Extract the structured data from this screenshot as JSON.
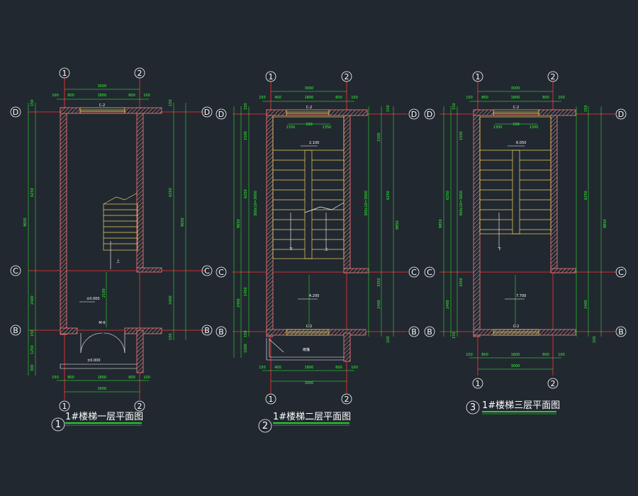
{
  "colors": {
    "background": "#212830",
    "dimension": "#33ff33",
    "wall": "#ff7777",
    "stair": "#f0d060",
    "axis_line": "#ff3333",
    "annotation": "#ffffff",
    "hatch": "#d09090"
  },
  "axes": {
    "col1": "1",
    "col2": "2",
    "rowD": "D",
    "rowC": "C",
    "rowB": "B"
  },
  "plans": [
    {
      "title": "1#楼梯一层平面图",
      "number": "1",
      "dims": {
        "top_total": "3000",
        "top_a": "100",
        "top_b": "800",
        "top_c": "1800",
        "top_d": "800",
        "top_e": "100",
        "left_a": "150",
        "left_b": "6250",
        "left_c": "9650",
        "left_d": "2400",
        "left_e": "150",
        "left_f": "1250",
        "left_g": "300",
        "right_a": "150",
        "right_b": "6250",
        "right_c": "9650",
        "right_d": "2400",
        "right_e": "100",
        "bot_a": "150",
        "bot_b": "800",
        "bot_c": "1800",
        "bot_d": "800",
        "bot_e": "100",
        "bot_total": "3000",
        "mid_v": "2100"
      },
      "labels": {
        "window": "C-2",
        "door": "M-6",
        "up": "上",
        "level1": "±0.000",
        "level2": "±0.000"
      }
    },
    {
      "title": "1#楼梯二层平面图",
      "number": "2",
      "dims": {
        "top_total": "3000",
        "top_a": "150",
        "top_b": "400",
        "top_c": "1800",
        "top_d": "600",
        "top_e": "100",
        "stair_a": "1350",
        "stair_b": "100",
        "stair_c": "1350",
        "left_a": "150",
        "left_b": "1500",
        "left_c": "300x10=3000",
        "left_d": "6250",
        "left_e": "9650",
        "left_f": "1450",
        "left_g": "2400",
        "left_h": "1000",
        "left_i": "150",
        "right_a": "150",
        "right_b": "1500",
        "right_c": "300x10=3000",
        "right_d": "6250",
        "right_e": "9850",
        "right_f": "3350",
        "right_g": "2400",
        "right_h": "100",
        "bot_a": "150",
        "bot_b": "400",
        "bot_c": "1800",
        "bot_d": "600",
        "bot_e": "100",
        "bot_total": "3000"
      },
      "labels": {
        "window_top": "C-2",
        "window_bot": "C-2",
        "up": "上",
        "down": "下",
        "level_land": "2.100",
        "level_floor": "4.200",
        "canopy": "雨篷"
      }
    },
    {
      "title": "1#楼梯三层平面图",
      "number": "3",
      "dims": {
        "top_total": "3000",
        "top_a": "150",
        "top_b": "800",
        "top_c": "1800",
        "top_d": "800",
        "top_e": "100",
        "stair_a": "1300",
        "stair_b": "100",
        "stair_c": "1300",
        "left_a": "150",
        "left_b": "1500",
        "left_c": "300x10=3000",
        "left_d": "6250",
        "left_e": "9850",
        "left_f": "3350",
        "left_g": "2400",
        "left_h": "150",
        "right_a": "150",
        "right_b": "6250",
        "right_c": "9850",
        "right_d": "2400",
        "right_e": "100",
        "bot_a": "150",
        "bot_b": "800",
        "bot_c": "1800",
        "bot_d": "800",
        "bot_e": "100",
        "bot_total": "3000"
      },
      "labels": {
        "window_top": "C-2",
        "window_bot": "C-2",
        "down": "下",
        "level_land": "6.050",
        "level_floor": "7.700"
      }
    }
  ]
}
